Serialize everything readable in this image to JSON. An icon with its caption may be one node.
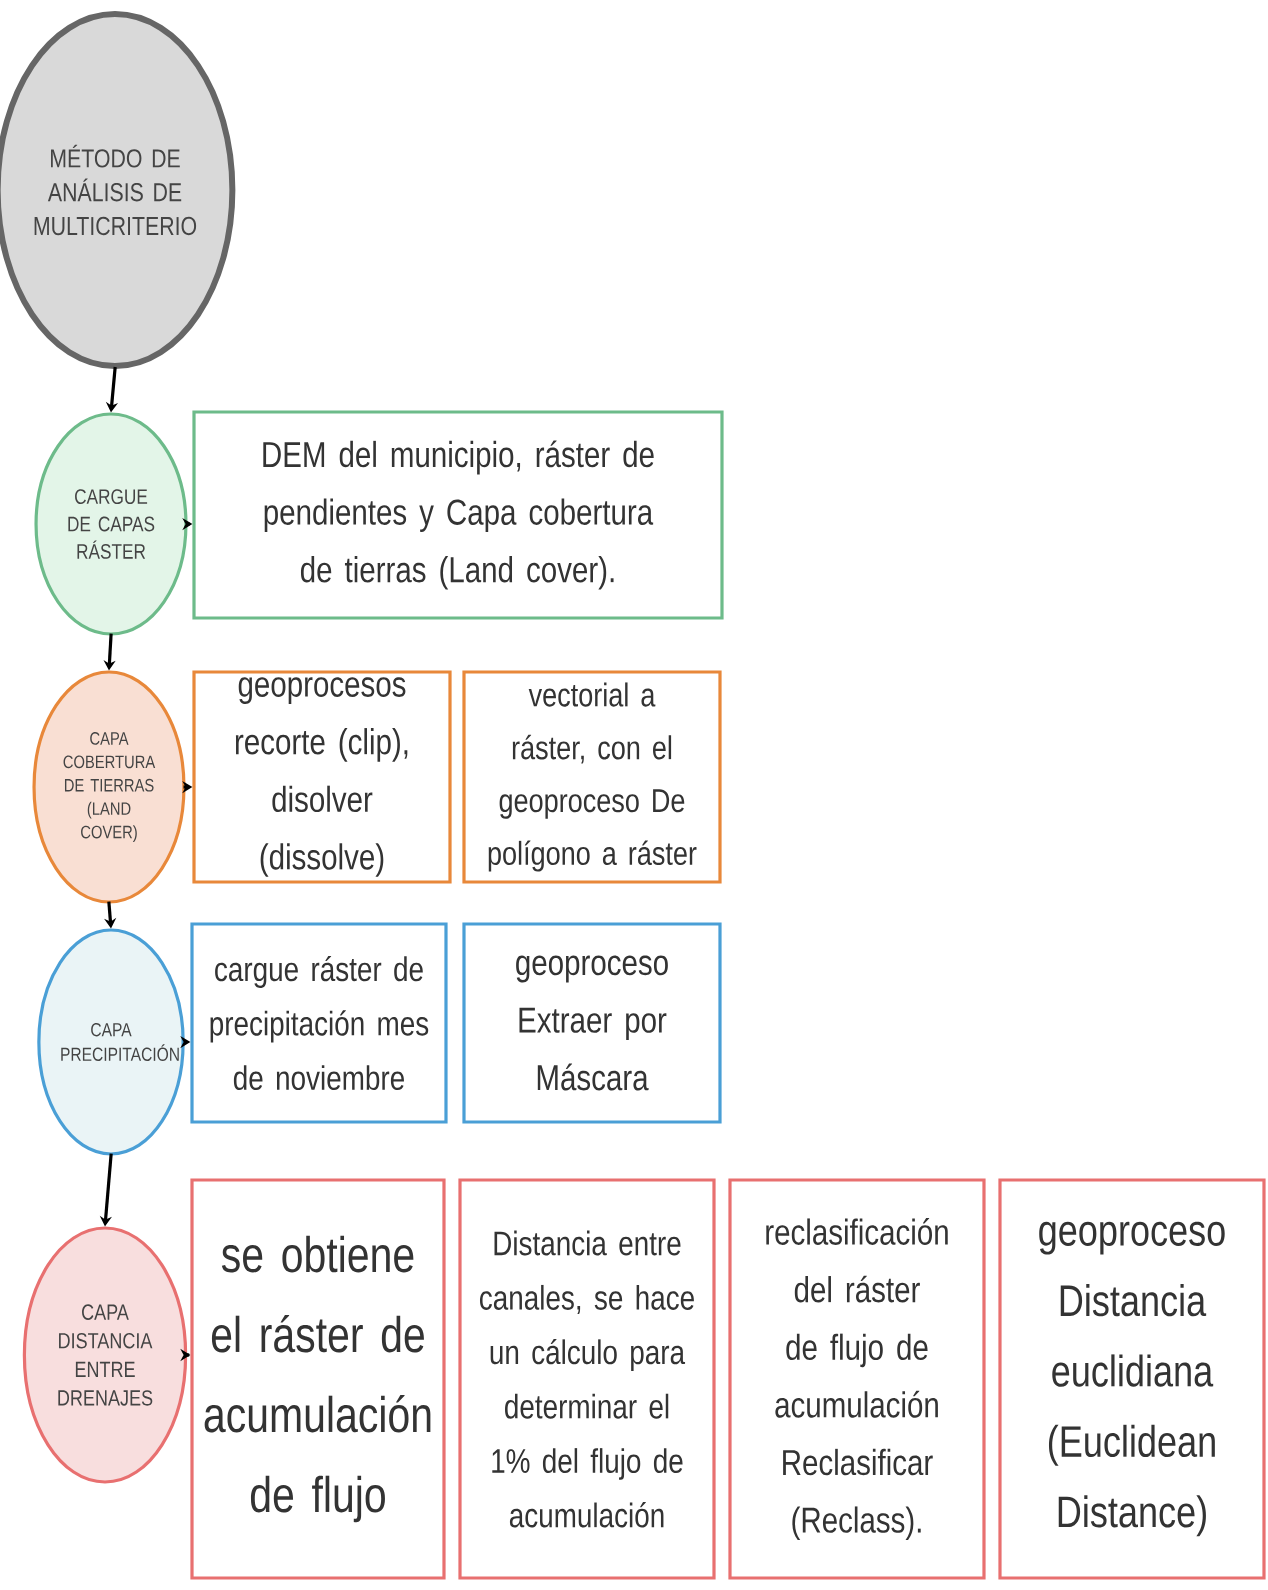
{
  "diagram": {
    "nodes": [
      {
        "text": [
          "MÉTODO DE ANÁLISIS DE MULTICRITERIO"
        ]
      },
      {
        "text": [
          "CARGUE DE CAPAS RÁSTER"
        ]
      },
      {
        "text": [
          "DEM del municipio, ráster de pendientes y Capa cobertura de tierras (Land cover)."
        ]
      },
      {
        "text": [
          "CAPA COBERTURA DE TIERRAS (LAND COVER)"
        ]
      },
      {
        "text": [
          "geoprocesos recorte (clip), disolver (dissolve)"
        ]
      },
      {
        "text": [
          "vectorial a ráster, con el geoproceso De polígono a ráster"
        ]
      },
      {
        "text": [
          "CAPA PRECIPITACIÓN"
        ]
      },
      {
        "text": [
          "cargue ráster de precipitación mes de noviembre"
        ]
      },
      {
        "text": [
          "geoproceso Extraer por Máscara"
        ]
      },
      {
        "text": [
          "CAPA DISTANCIA ENTRE DRENAJES"
        ]
      },
      {
        "text": [
          "se obtiene el ráster de acumulación de flujo"
        ]
      },
      {
        "text": [
          "Distancia entre canales, se hace un cálculo para determinar el 1% del flujo de acumulación"
        ]
      },
      {
        "text": [
          "reclasificación del ráster de flujo de acumulación Reclasificar (Reclass)."
        ]
      },
      {
        "text": [
          "geoproceso Distancia euclidiana (Euclidean Distance)"
        ]
      }
    ],
    "edges": [
      {
        "from": 0,
        "to": 1,
        "arrow": "to"
      },
      {
        "from": 1,
        "to": 2,
        "arrow": "to"
      },
      {
        "from": 1,
        "to": 3,
        "arrow": "to"
      },
      {
        "from": 3,
        "to": 4,
        "arrow": "to"
      },
      {
        "from": 3,
        "to": 6,
        "arrow": "to"
      },
      {
        "from": 6,
        "to": 7,
        "arrow": "to"
      },
      {
        "from": 6,
        "to": 9,
        "arrow": "to"
      },
      {
        "from": 9,
        "to": 10,
        "arrow": "to"
      }
    ]
  }
}
